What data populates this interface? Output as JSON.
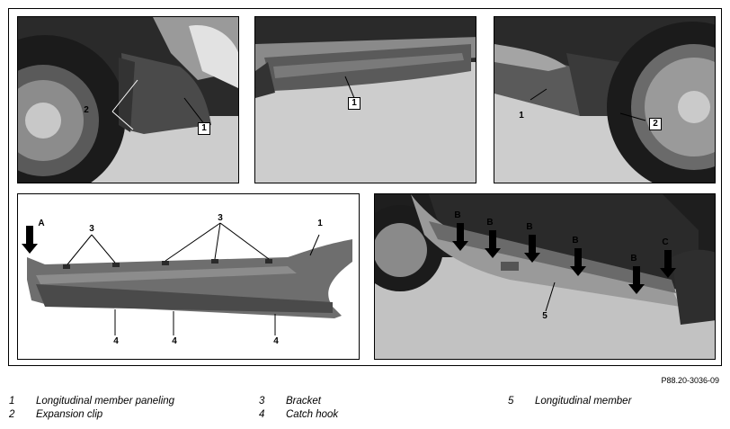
{
  "figure_ref": "P88.20-3036-09",
  "callouts": {
    "p1": [
      "2",
      "1"
    ],
    "p2": [
      "1"
    ],
    "p3": [
      "1",
      "2"
    ],
    "p4": [
      "A",
      "3",
      "3",
      "1",
      "4",
      "4",
      "4"
    ],
    "p5": [
      "B",
      "B",
      "B",
      "B",
      "B",
      "C",
      "5"
    ]
  },
  "legend": [
    {
      "num": "1",
      "label": "Longitudinal member paneling"
    },
    {
      "num": "2",
      "label": "Expansion clip"
    },
    {
      "num": "3",
      "label": "Bracket"
    },
    {
      "num": "4",
      "label": "Catch hook"
    },
    {
      "num": "5",
      "label": "Longitudinal member"
    }
  ]
}
